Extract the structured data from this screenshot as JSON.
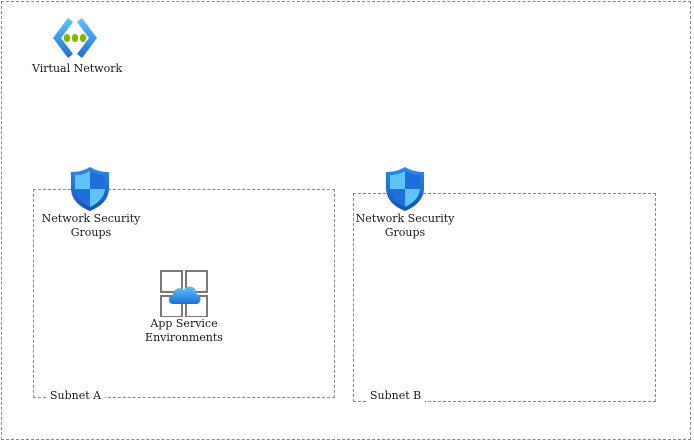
{
  "diagram": {
    "virtual_network": {
      "label": "Virtual Network",
      "icon": "virtual-network-icon"
    },
    "subnet_a": {
      "label": "Subnet A",
      "nsg": {
        "label_line1": "Network Security",
        "label_line2": "Groups",
        "icon": "shield-icon"
      },
      "ase": {
        "label_line1": "App Service",
        "label_line2": "Environments",
        "icon": "app-service-environment-icon"
      }
    },
    "subnet_b": {
      "label": "Subnet B",
      "nsg": {
        "label_line1": "Network Security",
        "label_line2": "Groups",
        "icon": "shield-icon"
      }
    }
  },
  "colors": {
    "border_dashed": "#8a8a8a",
    "azure_blue": "#1e6fd9",
    "azure_light": "#5ec4f5",
    "vnet_green": "#7fba00",
    "ase_gray": "#7a7a7a"
  }
}
